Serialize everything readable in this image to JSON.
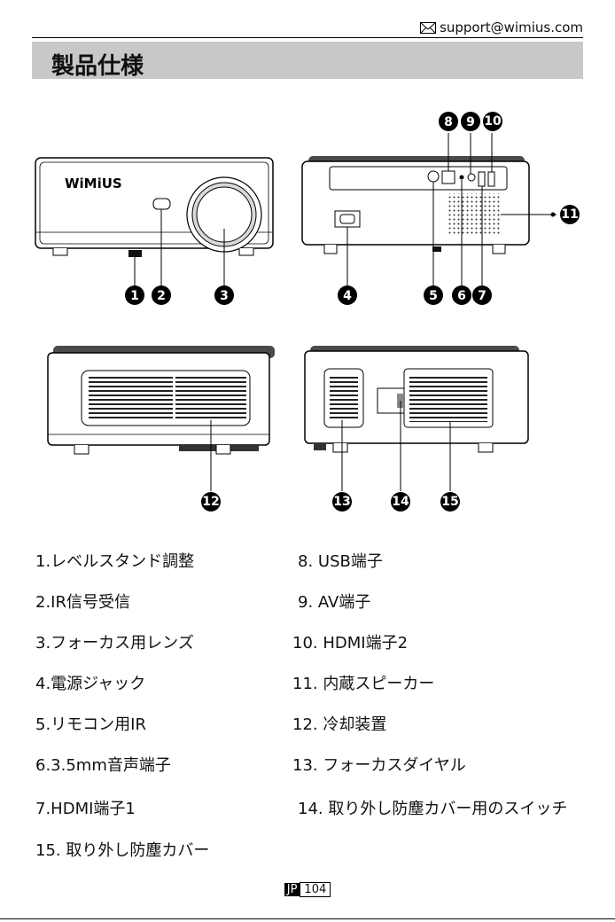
{
  "header": {
    "email": "support@wimius.com",
    "email_icon": "envelope-icon"
  },
  "title": "製品仕様",
  "brand_logo": "WiMiUS",
  "callouts": [
    "1",
    "2",
    "3",
    "4",
    "5",
    "6",
    "7",
    "8",
    "9",
    "10",
    "11",
    "12",
    "13",
    "14",
    "15"
  ],
  "specs_left": [
    "1.レベルスタンド調整",
    "2.IR信号受信",
    "3.フォーカス用レンズ",
    "4.電源ジャック",
    "5.リモコン用IR",
    "6.3.5mm音声端子",
    "7.HDMI端子1",
    "15. 取り外し防塵カバー"
  ],
  "specs_right": [
    "8. USB端子",
    "9. AV端子",
    "10. HDMI端子2",
    "11. 内蔵スピーカー",
    "12. 冷却装置",
    "13. フォーカスダイヤル",
    "14. 取り外し防塵カバー用のスイッチ"
  ],
  "footer": {
    "lang": "JP",
    "page": "104"
  }
}
